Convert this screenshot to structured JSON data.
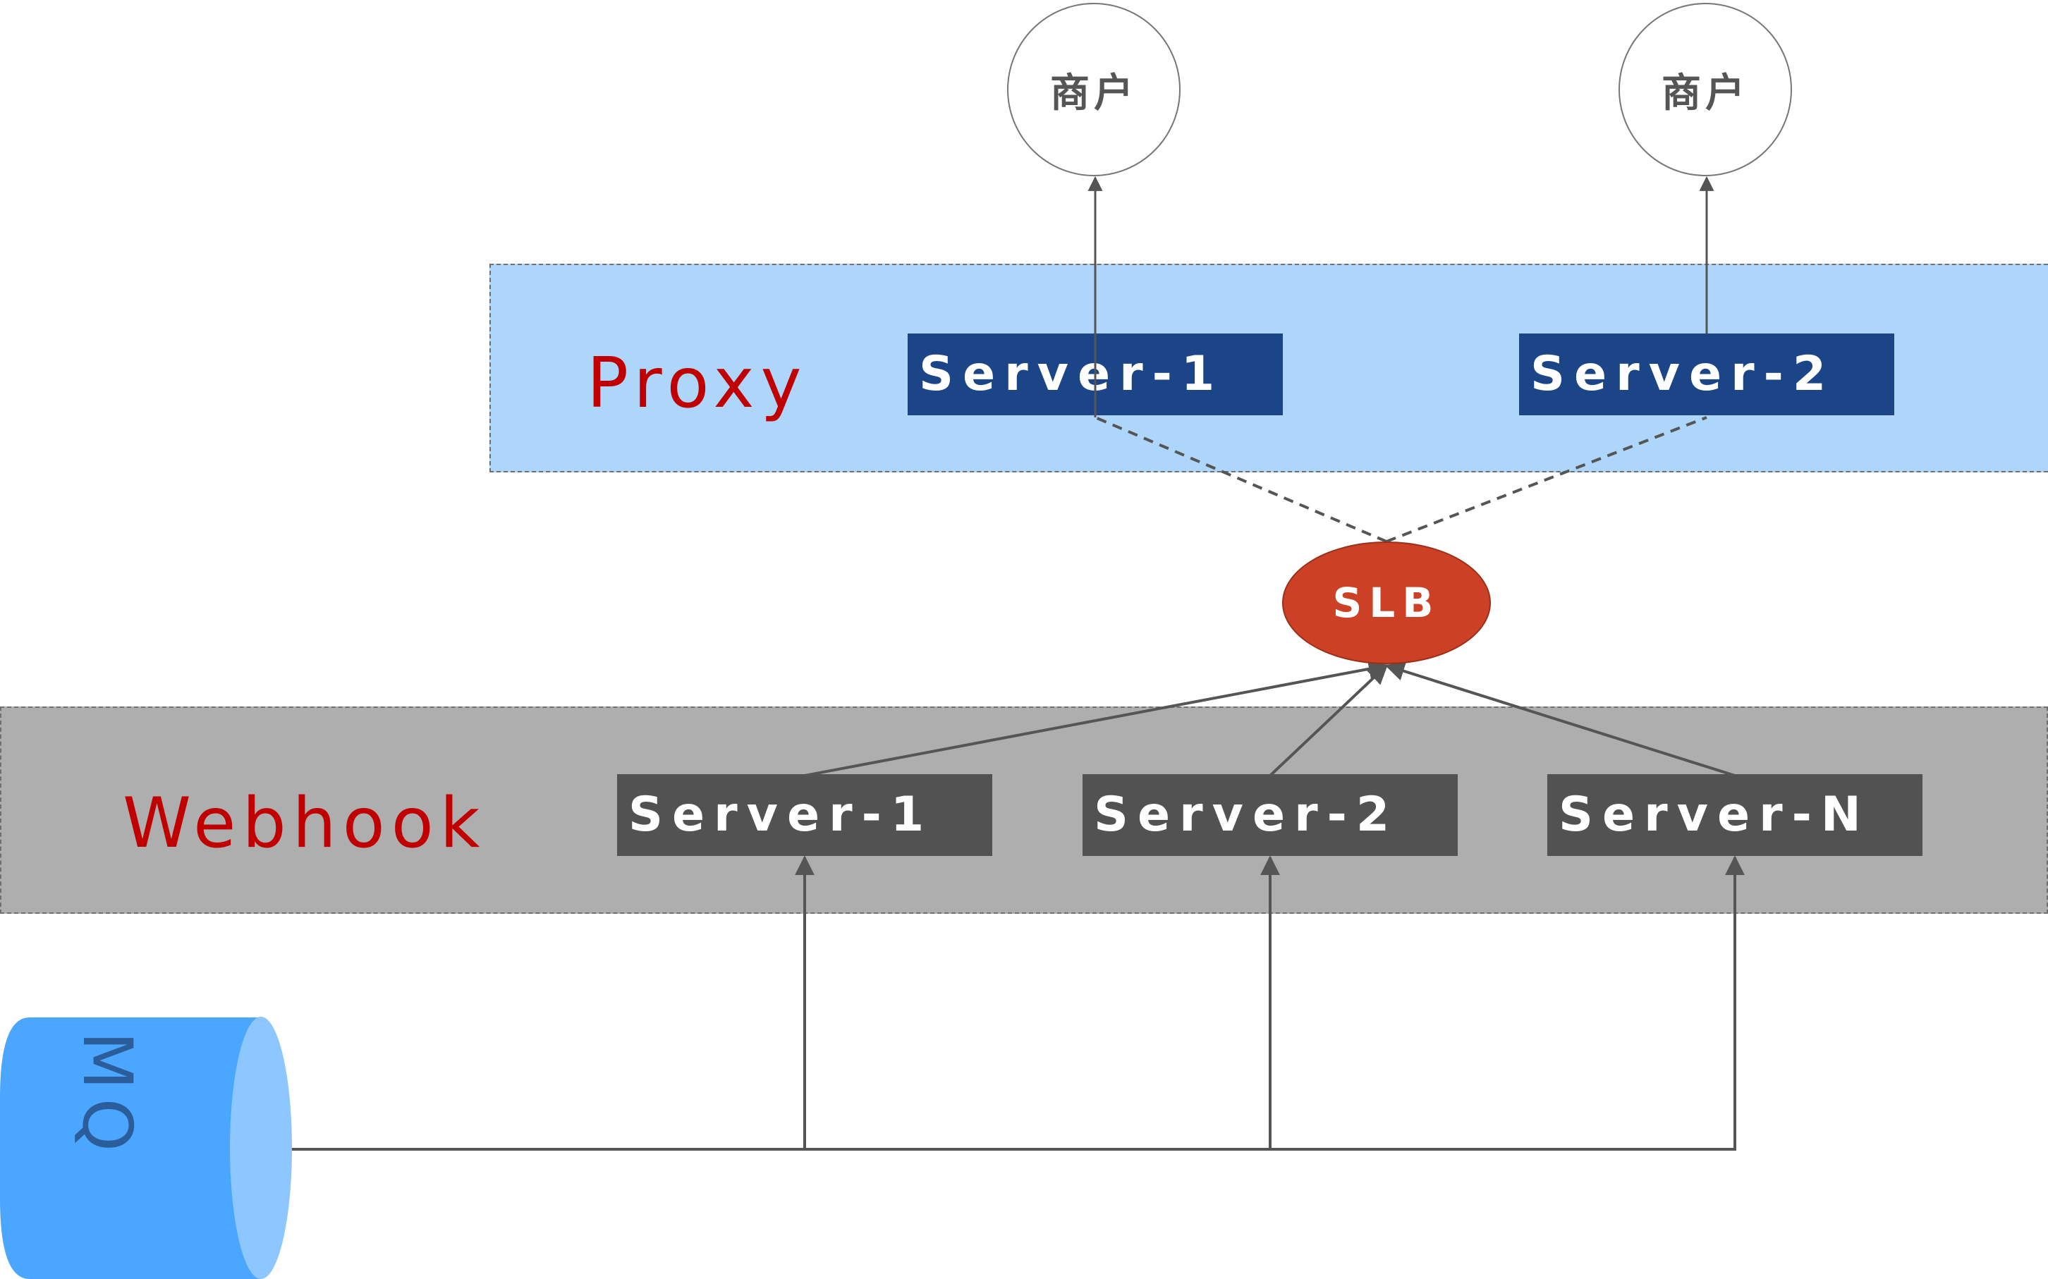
{
  "proxy": {
    "label": "Proxy",
    "servers": [
      "Server-1",
      "Server-2"
    ]
  },
  "merchants": [
    "商户",
    "商户"
  ],
  "slb": {
    "label": "SLB"
  },
  "webhook": {
    "label": "Webhook",
    "servers": [
      "Server-1",
      "Server-2",
      "Server-N"
    ]
  },
  "mq": {
    "label": "MQ"
  },
  "colors": {
    "proxy_zone": "#aed5fa",
    "webhook_zone": "#aeaeae",
    "proxy_server": "#1c4587",
    "webhook_server": "#525252",
    "slb": "#cc4125",
    "mq_body": "#4aa6ff",
    "mq_cap": "#8ec6ff",
    "zone_label": "#c00000"
  }
}
